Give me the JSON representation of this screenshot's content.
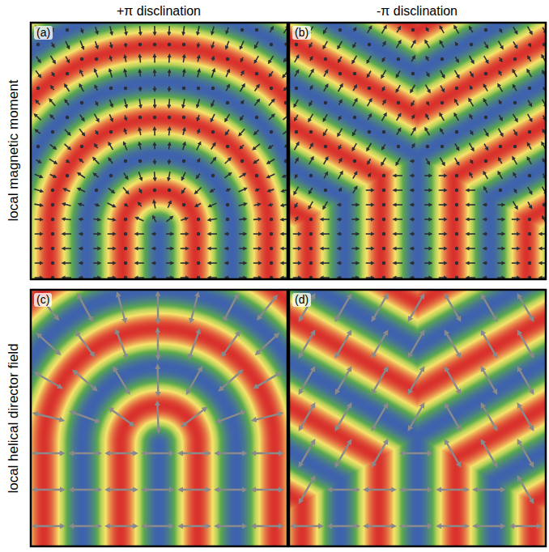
{
  "diagram": {
    "labels": [
      "+π disclination",
      "-π disclination",
      "local magnetic moment",
      "local helical director field",
      "(a)",
      "(b)",
      "(c)",
      "(d)"
    ]
  }
}
